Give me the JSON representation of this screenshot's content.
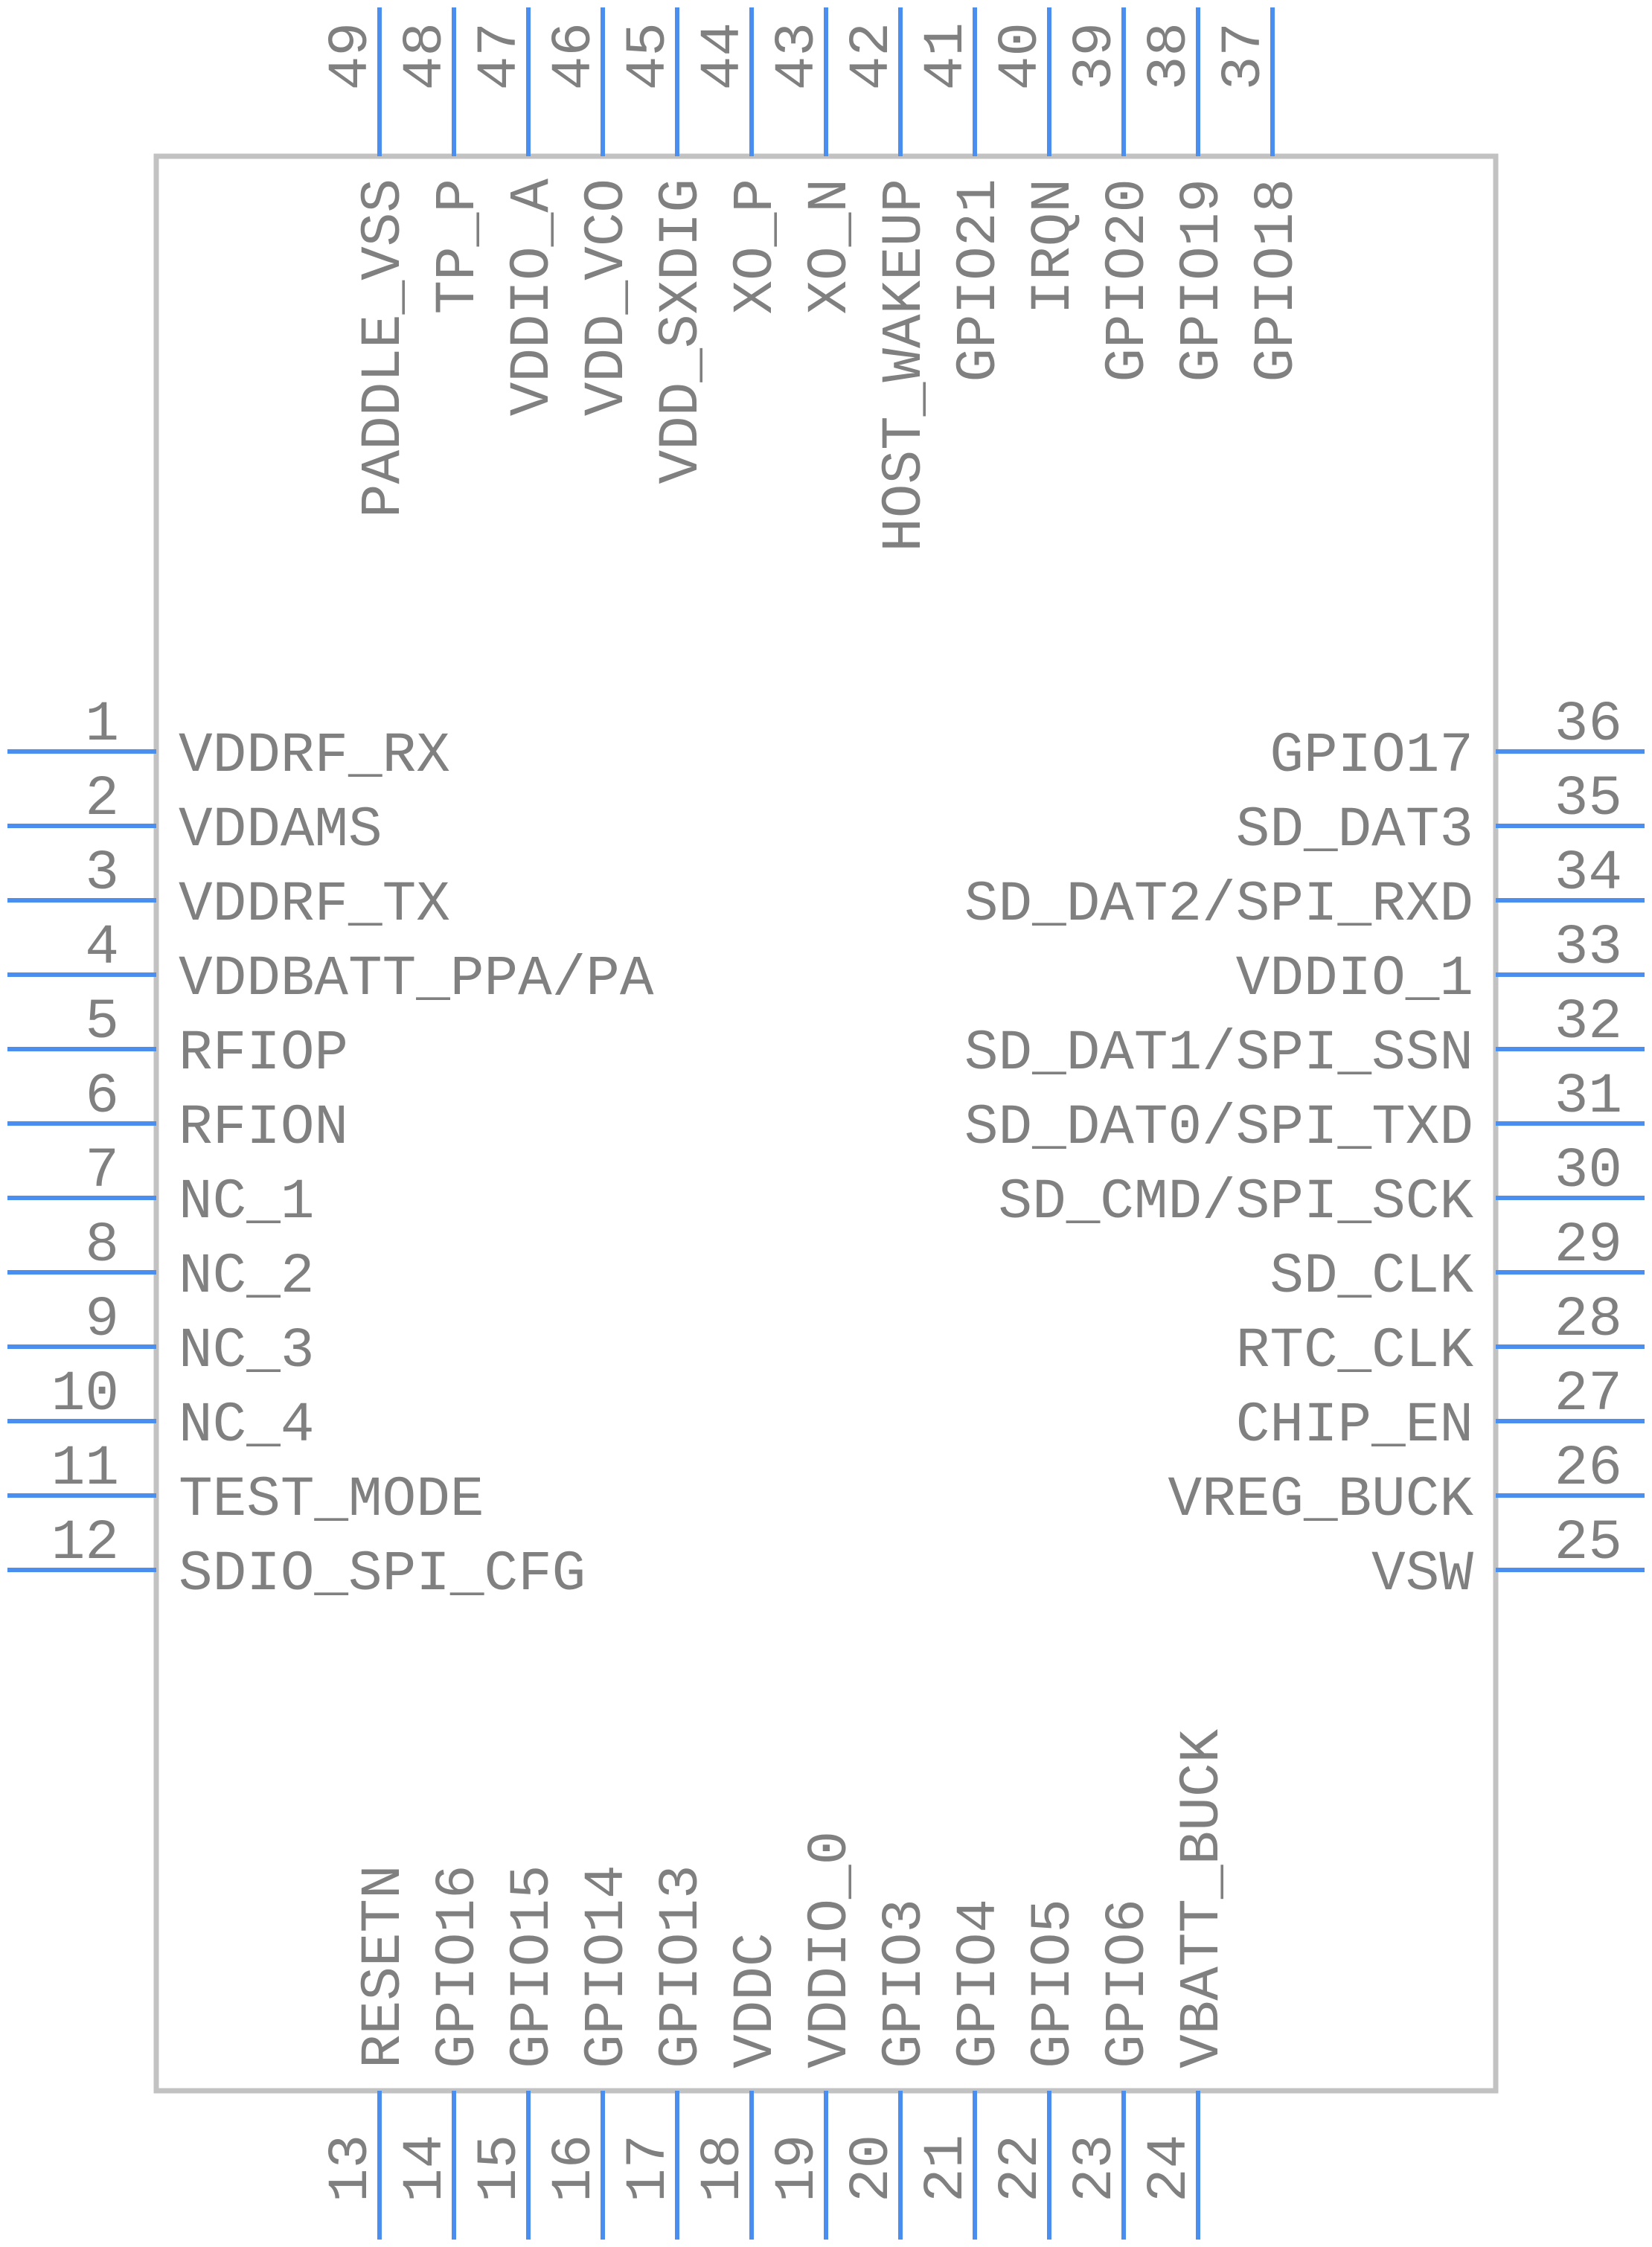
{
  "part": {
    "left_pins": [
      {
        "num": "1",
        "name": "VDDRF_RX"
      },
      {
        "num": "2",
        "name": "VDDAMS"
      },
      {
        "num": "3",
        "name": "VDDRF_TX"
      },
      {
        "num": "4",
        "name": "VDDBATT_PPA/PA"
      },
      {
        "num": "5",
        "name": "RFIOP"
      },
      {
        "num": "6",
        "name": "RFION"
      },
      {
        "num": "7",
        "name": "NC_1"
      },
      {
        "num": "8",
        "name": "NC_2"
      },
      {
        "num": "9",
        "name": "NC_3"
      },
      {
        "num": "10",
        "name": "NC_4"
      },
      {
        "num": "11",
        "name": "TEST_MODE"
      },
      {
        "num": "12",
        "name": "SDIO_SPI_CFG"
      }
    ],
    "right_pins": [
      {
        "num": "36",
        "name": "GPIO17"
      },
      {
        "num": "35",
        "name": "SD_DAT3"
      },
      {
        "num": "34",
        "name": "SD_DAT2/SPI_RXD"
      },
      {
        "num": "33",
        "name": "VDDIO_1"
      },
      {
        "num": "32",
        "name": "SD_DAT1/SPI_SSN"
      },
      {
        "num": "31",
        "name": "SD_DAT0/SPI_TXD"
      },
      {
        "num": "30",
        "name": "SD_CMD/SPI_SCK"
      },
      {
        "num": "29",
        "name": "SD_CLK"
      },
      {
        "num": "28",
        "name": "RTC_CLK"
      },
      {
        "num": "27",
        "name": "CHIP_EN"
      },
      {
        "num": "26",
        "name": "VREG_BUCK"
      },
      {
        "num": "25",
        "name": "VSW"
      }
    ],
    "top_pins": [
      {
        "num": "49",
        "name": "PADDLE_VSS"
      },
      {
        "num": "48",
        "name": "TP_P"
      },
      {
        "num": "47",
        "name": "VDDIO_A"
      },
      {
        "num": "46",
        "name": "VDD_VCO"
      },
      {
        "num": "45",
        "name": "VDD_SXDIG"
      },
      {
        "num": "44",
        "name": "XO_P"
      },
      {
        "num": "43",
        "name": "XO_N"
      },
      {
        "num": "42",
        "name": "HOST_WAKEUP"
      },
      {
        "num": "41",
        "name": "GPIO21"
      },
      {
        "num": "40",
        "name": "IRQN"
      },
      {
        "num": "39",
        "name": "GPIO20"
      },
      {
        "num": "38",
        "name": "GPIO19"
      },
      {
        "num": "37",
        "name": "GPIO18"
      }
    ],
    "bottom_pins": [
      {
        "num": "13",
        "name": "RESETN"
      },
      {
        "num": "14",
        "name": "GPIO16"
      },
      {
        "num": "15",
        "name": "GPIO15"
      },
      {
        "num": "16",
        "name": "GPIO14"
      },
      {
        "num": "17",
        "name": "GPIO13"
      },
      {
        "num": "18",
        "name": "VDDC"
      },
      {
        "num": "19",
        "name": "VDDIO_0"
      },
      {
        "num": "20",
        "name": "GPIO3"
      },
      {
        "num": "21",
        "name": "GPIO4"
      },
      {
        "num": "22",
        "name": "GPIO5"
      },
      {
        "num": "23",
        "name": "GPIO6"
      },
      {
        "num": "24",
        "name": "VBATT_BUCK"
      }
    ],
    "colors": {
      "pin": "#4a8ff0",
      "outline": "#c2c2c2",
      "text": "#808080"
    }
  }
}
